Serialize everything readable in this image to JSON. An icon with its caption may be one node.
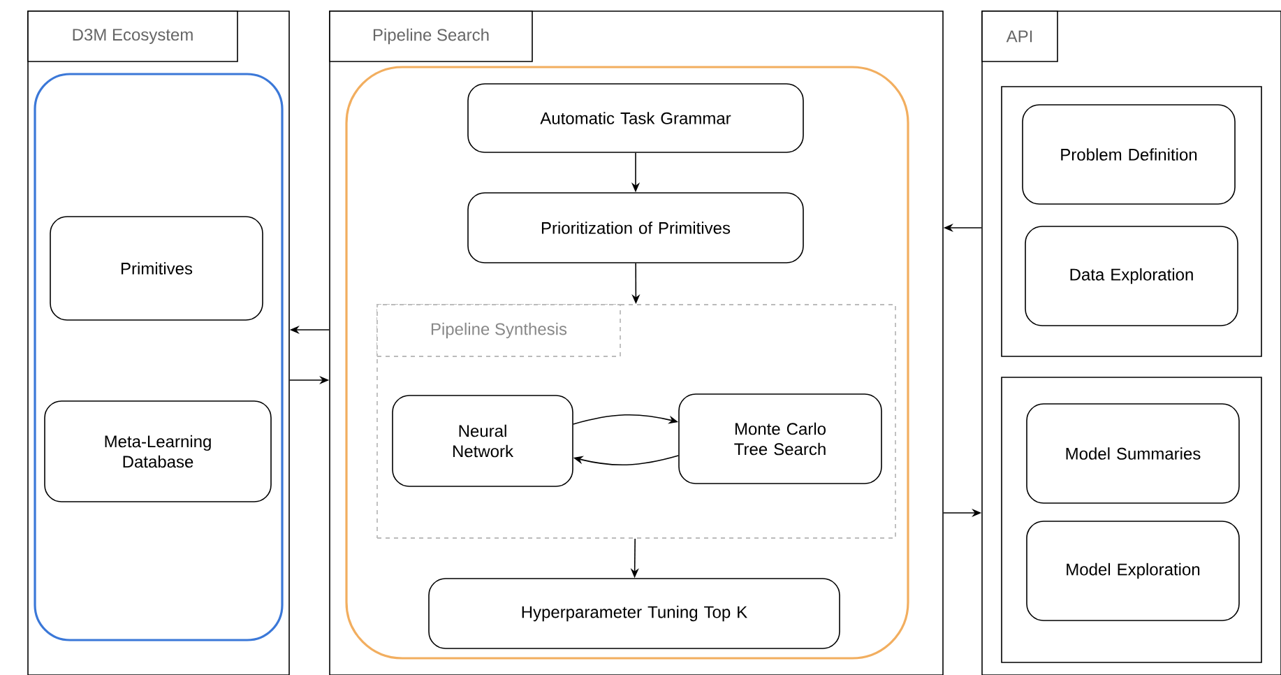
{
  "diagram": {
    "nodes": [
      {
        "text": [
          "D3M Ecosystem"
        ]
      },
      {
        "text": [],
        "shape": "box",
        "in": 0
      },
      {
        "text": [
          "Primitives"
        ],
        "in": 1
      },
      {
        "text": [
          "Meta-Learning Database"
        ],
        "in": 1
      },
      {
        "text": [
          "Pipeline Search"
        ]
      },
      {
        "text": [],
        "shape": "box",
        "in": 4
      },
      {
        "text": [
          "Automatic Task Grammar"
        ],
        "in": 5
      },
      {
        "text": [
          "Prioritization of Primitives"
        ],
        "in": 5
      },
      {
        "text": [
          "Pipeline Synthesis"
        ],
        "in": 5
      },
      {
        "text": [
          "Neural Network"
        ],
        "in": 8
      },
      {
        "text": [
          "Monte Carlo Tree Search"
        ],
        "in": 8
      },
      {
        "text": [
          "Hyperparameter Tuning Top K"
        ],
        "in": 5
      },
      {
        "text": [
          "API"
        ]
      },
      {
        "text": [],
        "shape": "box",
        "in": 12
      },
      {
        "text": [
          "Problem Definition"
        ],
        "in": 13
      },
      {
        "text": [
          "Data Exploration"
        ],
        "in": 13
      },
      {
        "text": [],
        "shape": "box",
        "in": 12
      },
      {
        "text": [
          "Model Summaries"
        ],
        "in": 16
      },
      {
        "text": [
          "Model Exploration"
        ],
        "in": 16
      }
    ],
    "edges": [
      {
        "from": 4,
        "to": 0,
        "arrow": "to"
      },
      {
        "from": 0,
        "to": 4,
        "arrow": "to"
      },
      {
        "from": 12,
        "to": 4,
        "arrow": "to"
      },
      {
        "from": 4,
        "to": 12,
        "arrow": "to"
      },
      {
        "from": 6,
        "to": 7,
        "arrow": "to"
      },
      {
        "from": 7,
        "to": 8,
        "arrow": "to"
      },
      {
        "from": 8,
        "to": 11,
        "arrow": "to"
      },
      {
        "from": 9,
        "to": 10,
        "arrow": "to"
      },
      {
        "from": 10,
        "to": 9,
        "arrow": "to"
      }
    ]
  }
}
